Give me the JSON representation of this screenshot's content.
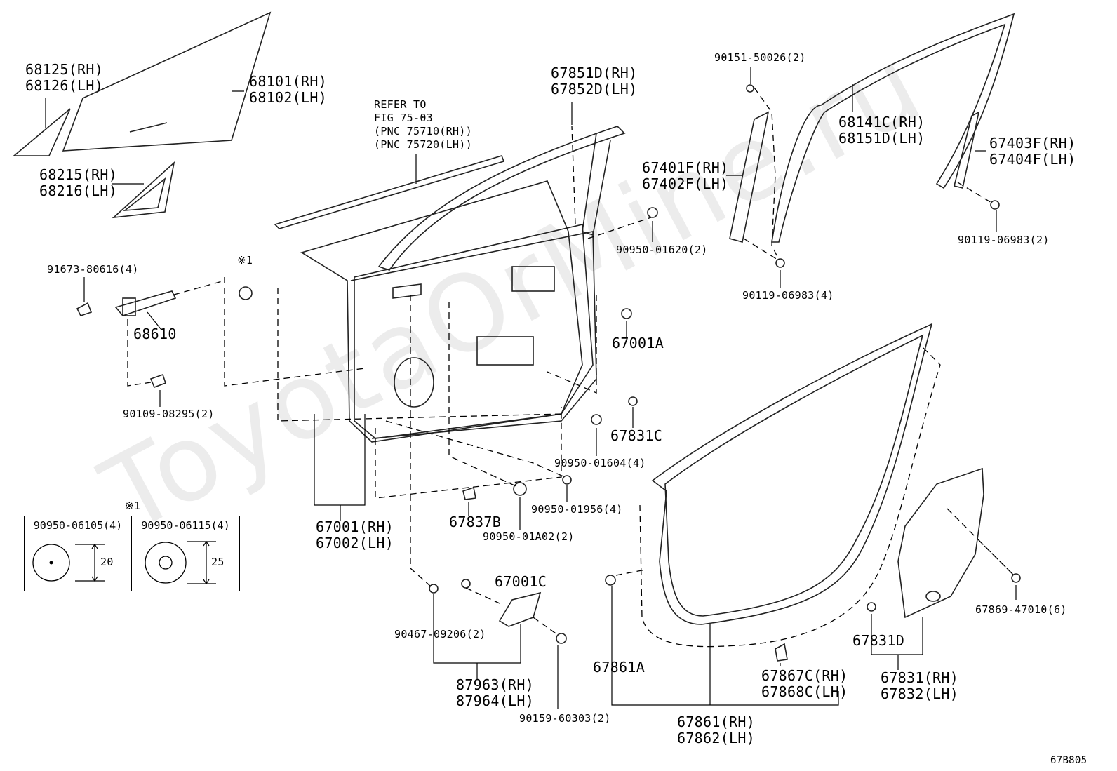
{
  "watermark": "ToyotaOrMine.ru",
  "diagram_code": "67B805",
  "labels": {
    "l68125": "68125(RH)\n68126(LH)",
    "l68101": "68101(RH)\n68102(LH)",
    "l68215": "68215(RH)\n68216(LH)",
    "lrefer": "REFER TO\nFIG 75-03\n(PNC 75710(RH))\n(PNC 75720(LH))",
    "l67851": "67851D(RH)\n67852D(LH)",
    "l90151": "90151-50026(2)",
    "l68141": "68141C(RH)\n68151D(LH)",
    "l67403": "67403F(RH)\n67404F(LH)",
    "l67401": "67401F(RH)\n67402F(LH)",
    "l90119a": "90119-06983(2)",
    "l90950_1620": "90950-01620(2)",
    "l90119b": "90119-06983(4)",
    "lnote1": "※1",
    "l91673": "91673-80616(4)",
    "l68610": "68610",
    "l67001a": "67001A",
    "l90109": "90109-08295(2)",
    "l67831c": "67831C",
    "l90950_1604": "90950-01604(4)",
    "l90950_1956": "90950-01956(4)",
    "l67837b": "67837B",
    "l90950_1a02": "90950-01A02(2)",
    "l67001": "67001(RH)\n67002(LH)",
    "l67001c": "67001C",
    "l90467": "90467-09206(2)",
    "l87963": "87963(RH)\n87964(LH)",
    "l90159": "90159-60303(2)",
    "l67861a": "67861A",
    "l67867": "67867C(RH)\n67868C(LH)",
    "l67861": "67861(RH)\n67862(LH)",
    "l67831d": "67831D",
    "l67831": "67831(RH)\n67832(LH)",
    "l67869": "67869-47010(6)"
  },
  "table": {
    "note": "※1",
    "col1": "90950-06105(4)",
    "col2": "90950-06115(4)",
    "dim1": "20",
    "dim2": "25"
  }
}
